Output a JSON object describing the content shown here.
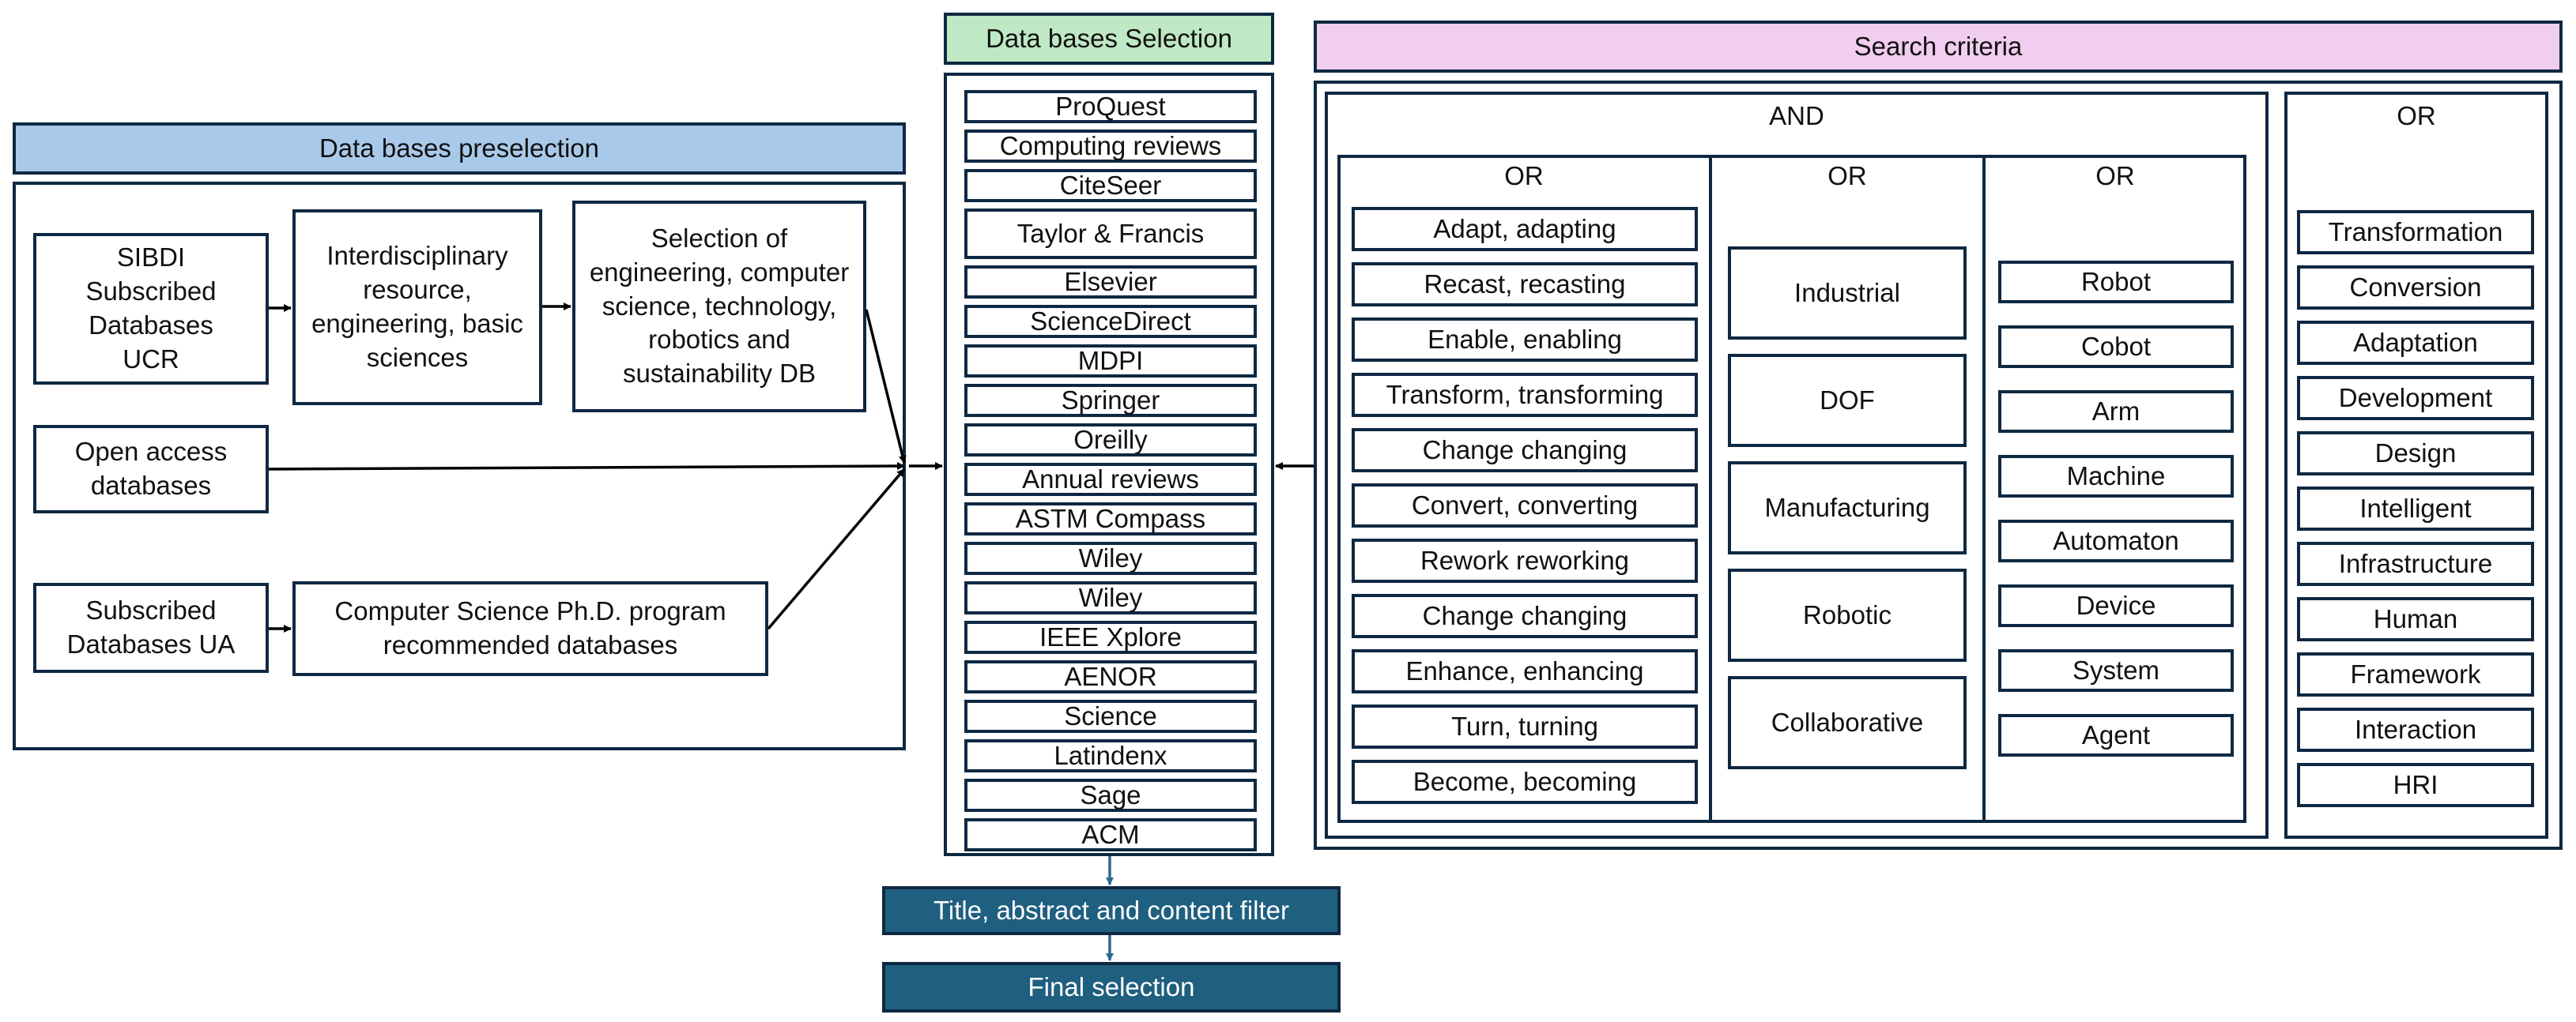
{
  "preselection": {
    "header": "Data bases preselection",
    "sibdi": "SIBDI Subscribed Databases UCR",
    "interdisciplinary": "Interdisciplinary resource, engineering, basic sciences",
    "selection_of": "Selection of engineering, computer science, technology, robotics and sustainability DB",
    "open_access": "Open access databases",
    "subscribed_ua": "Subscribed Databases UA",
    "cs_phd": "Computer Science Ph.D. program recommended databases"
  },
  "selection": {
    "header": "Data bases Selection",
    "databases": [
      "ProQuest",
      "Computing reviews",
      "CiteSeer",
      "Taylor & Francis",
      "Elsevier",
      "ScienceDirect",
      "MDPI",
      "Springer",
      "Oreilly",
      "Annual reviews",
      "ASTM Compass",
      "Wiley",
      "Wiley",
      "IEEE Xplore",
      "AENOR",
      "Science",
      "Latindenx",
      "Sage",
      "ACM"
    ]
  },
  "criteria": {
    "header": "Search criteria",
    "and_label": "AND",
    "or_label": "OR",
    "verbs": [
      "Adapt, adapting",
      "Recast, recasting",
      "Enable, enabling",
      "Transform, transforming",
      "Change changing",
      "Convert, converting",
      "Rework reworking",
      "Change changing",
      "Enhance, enhancing",
      "Turn, turning",
      "Become, becoming"
    ],
    "domains": [
      "Industrial",
      "DOF",
      "Manufacturing",
      "Robotic",
      "Collaborative"
    ],
    "agents": [
      "Robot",
      "Cobot",
      "Arm",
      "Machine",
      "Automaton",
      "Device",
      "System",
      "Agent"
    ],
    "concepts": [
      "Transformation",
      "Conversion",
      "Adaptation",
      "Development",
      "Design",
      "Intelligent",
      "Infrastructure",
      "Human",
      "Framework",
      "Interaction",
      "HRI"
    ]
  },
  "filters": {
    "content_filter": "Title, abstract and content filter",
    "final": "Final selection"
  },
  "colors": {
    "preselection_header": "#a8c9ea",
    "selection_header": "#bfe8c4",
    "criteria_header": "#f1cdef",
    "filter_box": "#1f5f7f",
    "border": "#0e2841"
  }
}
